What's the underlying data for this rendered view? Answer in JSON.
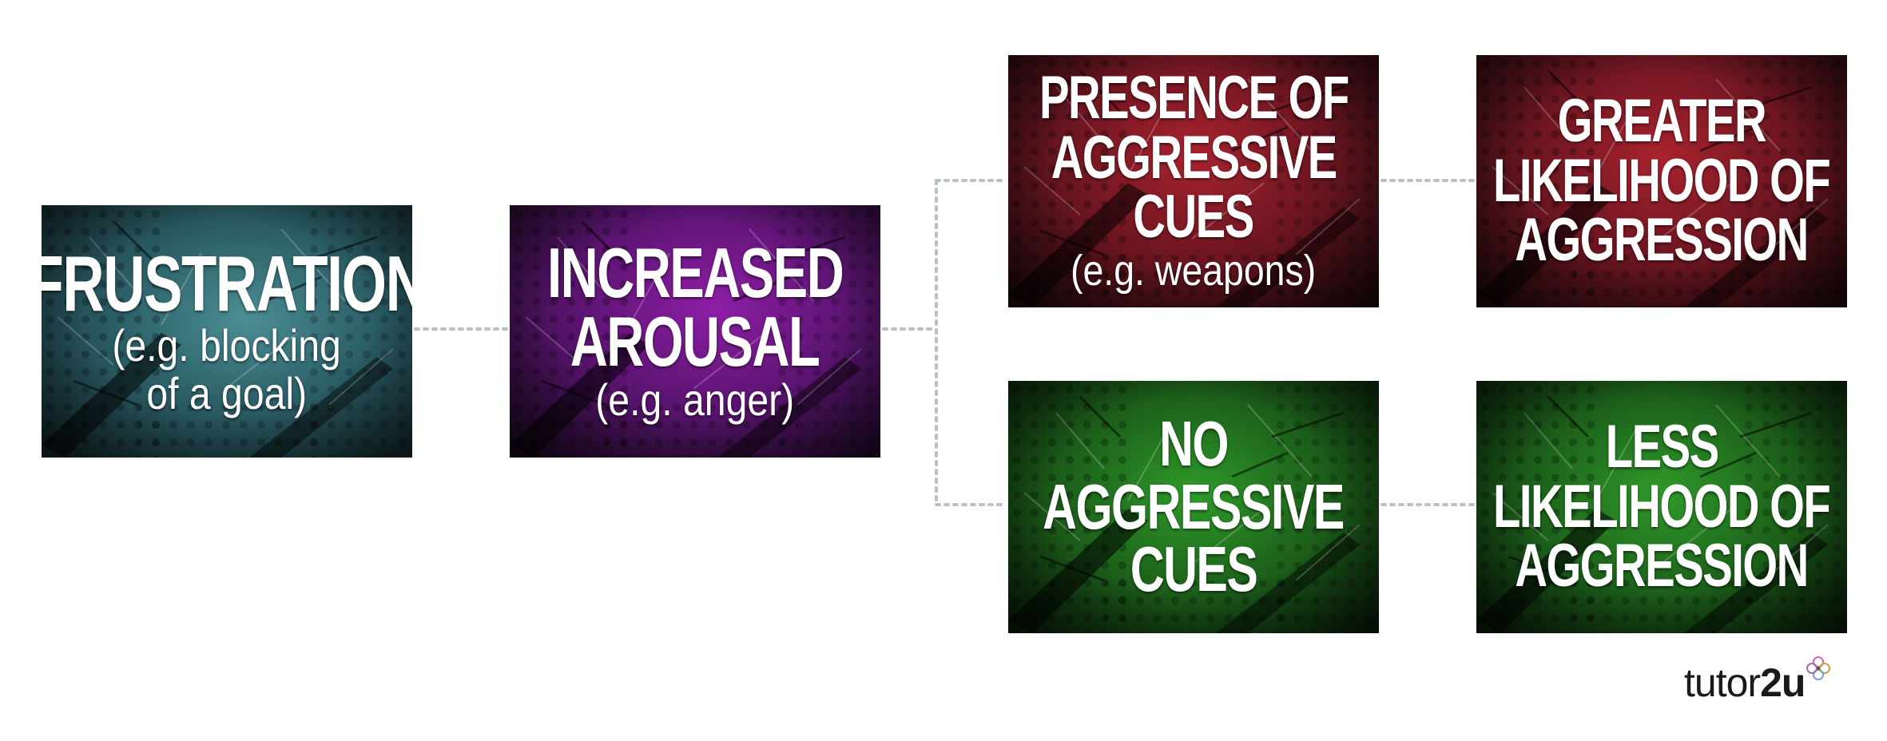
{
  "diagram": {
    "boxes": [
      {
        "id": "frustration",
        "title_lines": [
          "FRUSTRATION"
        ],
        "subtitle_lines": [
          "(e.g. blocking",
          "of a goal)"
        ],
        "color": "#2b5e66"
      },
      {
        "id": "arousal",
        "title_lines": [
          "INCREASED",
          "AROUSAL"
        ],
        "subtitle_lines": [
          "(e.g. anger)"
        ],
        "color": "#5a1470"
      },
      {
        "id": "presence",
        "title_lines": [
          "PRESENCE OF",
          "AGGRESSIVE",
          "CUES"
        ],
        "subtitle_lines": [
          "(e.g. weapons)"
        ],
        "color": "#6a1520"
      },
      {
        "id": "greater",
        "title_lines": [
          "GREATER",
          "LIKELIHOOD OF",
          "AGGRESSION"
        ],
        "subtitle_lines": [],
        "color": "#6a1520"
      },
      {
        "id": "noaggr",
        "title_lines": [
          "NO",
          "AGGRESSIVE",
          "CUES"
        ],
        "subtitle_lines": [],
        "color": "#1c5f1a"
      },
      {
        "id": "less",
        "title_lines": [
          "LESS",
          "LIKELIHOOD OF",
          "AGGRESSION"
        ],
        "subtitle_lines": [],
        "color": "#1c5f1a"
      }
    ],
    "connectors": [
      {
        "from": "frustration",
        "to": "arousal"
      },
      {
        "from": "arousal",
        "to": "presence"
      },
      {
        "from": "arousal",
        "to": "noaggr"
      },
      {
        "from": "presence",
        "to": "greater"
      },
      {
        "from": "noaggr",
        "to": "less"
      }
    ],
    "connector_color": "#b9c0c6"
  },
  "logo": {
    "text_regular": "tutor",
    "text_bold": "2u"
  }
}
